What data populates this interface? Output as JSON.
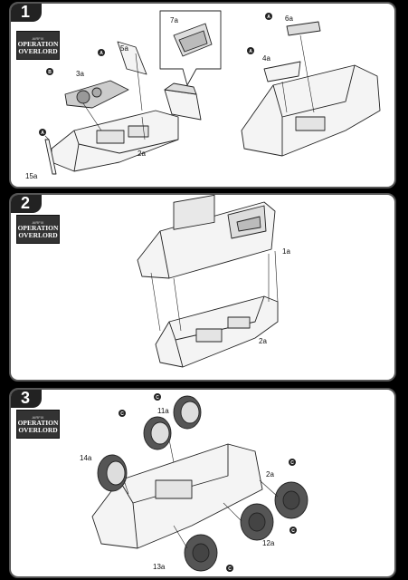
{
  "steps": [
    {
      "number": "1",
      "logo": {
        "small": "AIRFIX",
        "line1": "OPERATION",
        "line2": "OVERLORD"
      },
      "callouts": {
        "a": "A",
        "b": "B"
      },
      "parts": [
        "7a",
        "5a",
        "3a",
        "6a",
        "4a",
        "2a",
        "15a"
      ]
    },
    {
      "number": "2",
      "logo": {
        "small": "AIRFIX",
        "line1": "OPERATION",
        "line2": "OVERLORD"
      },
      "parts": [
        "1a",
        "2a"
      ]
    },
    {
      "number": "3",
      "logo": {
        "small": "AIRFIX",
        "line1": "OPERATION",
        "line2": "OVERLORD"
      },
      "callouts": {
        "c": "C"
      },
      "parts": [
        "11a",
        "14a",
        "2a",
        "12a",
        "13a"
      ]
    }
  ]
}
